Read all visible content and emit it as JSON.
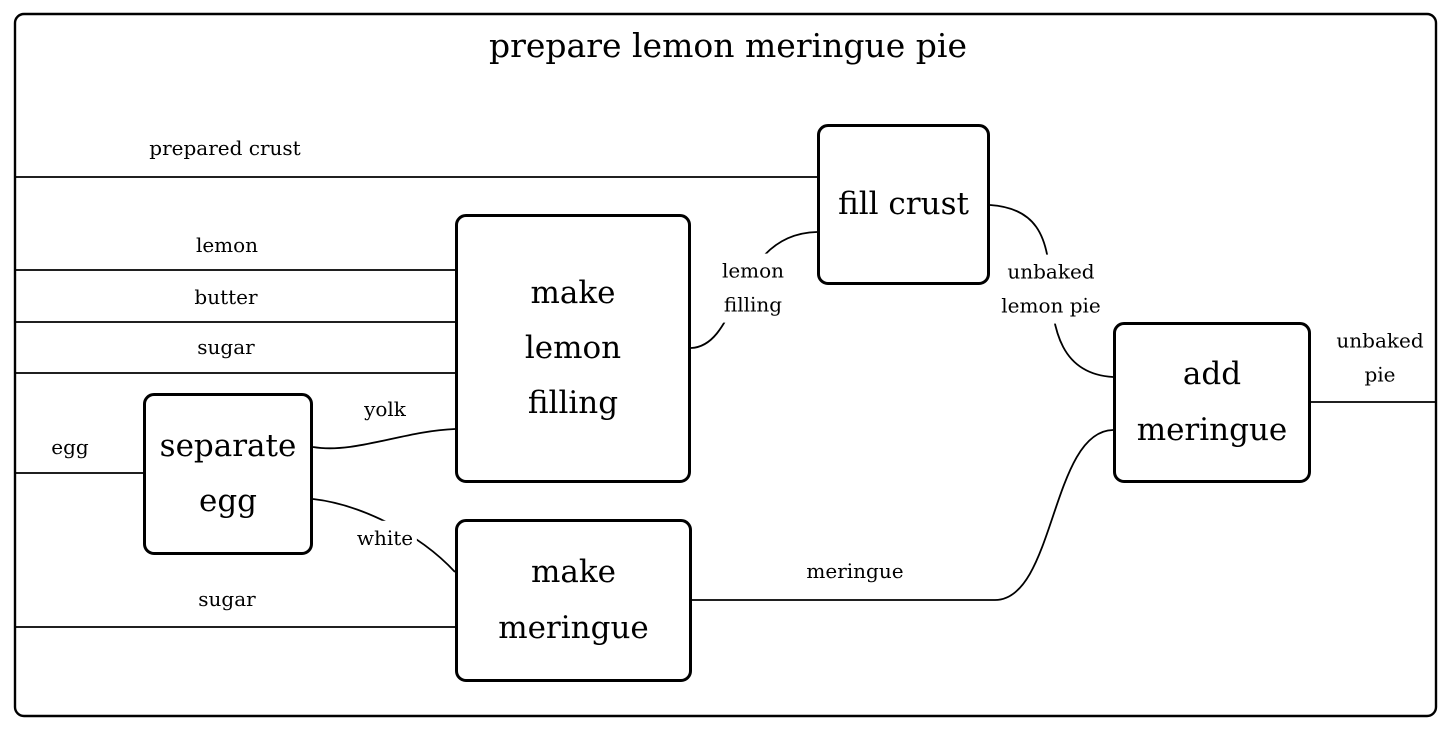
{
  "title": "prepare lemon meringue pie",
  "colors": {
    "stroke": "#000000",
    "background": "#ffffff",
    "text": "#000000"
  },
  "nodes": {
    "fill_crust": {
      "label": "fill crust"
    },
    "make_lemon_filling": {
      "label": "make\nlemon\nfilling"
    },
    "separate_egg": {
      "label": "separate\negg"
    },
    "make_meringue": {
      "label": "make\nmeringue"
    },
    "add_meringue": {
      "label": "add\nmeringue"
    }
  },
  "edges": {
    "prepared_crust": {
      "label": "prepared crust",
      "from": "input",
      "to": "fill crust"
    },
    "lemon": {
      "label": "lemon",
      "from": "input",
      "to": "make lemon filling"
    },
    "butter": {
      "label": "butter",
      "from": "input",
      "to": "make lemon filling"
    },
    "sugar_top": {
      "label": "sugar",
      "from": "input",
      "to": "make lemon filling"
    },
    "egg": {
      "label": "egg",
      "from": "input",
      "to": "separate egg"
    },
    "yolk": {
      "label": "yolk",
      "from": "separate egg",
      "to": "make lemon filling"
    },
    "white": {
      "label": "white",
      "from": "separate egg",
      "to": "make meringue"
    },
    "sugar_bottom": {
      "label": "sugar",
      "from": "input",
      "to": "make meringue"
    },
    "lemon_filling": {
      "label": "lemon\nfilling",
      "from": "make lemon filling",
      "to": "fill crust"
    },
    "unbaked_lemon_pie": {
      "label": "unbaked\nlemon pie",
      "from": "fill crust",
      "to": "add meringue"
    },
    "meringue": {
      "label": "meringue",
      "from": "make meringue",
      "to": "add meringue"
    },
    "unbaked_pie": {
      "label": "unbaked\npie",
      "from": "add meringue",
      "to": "output"
    }
  }
}
